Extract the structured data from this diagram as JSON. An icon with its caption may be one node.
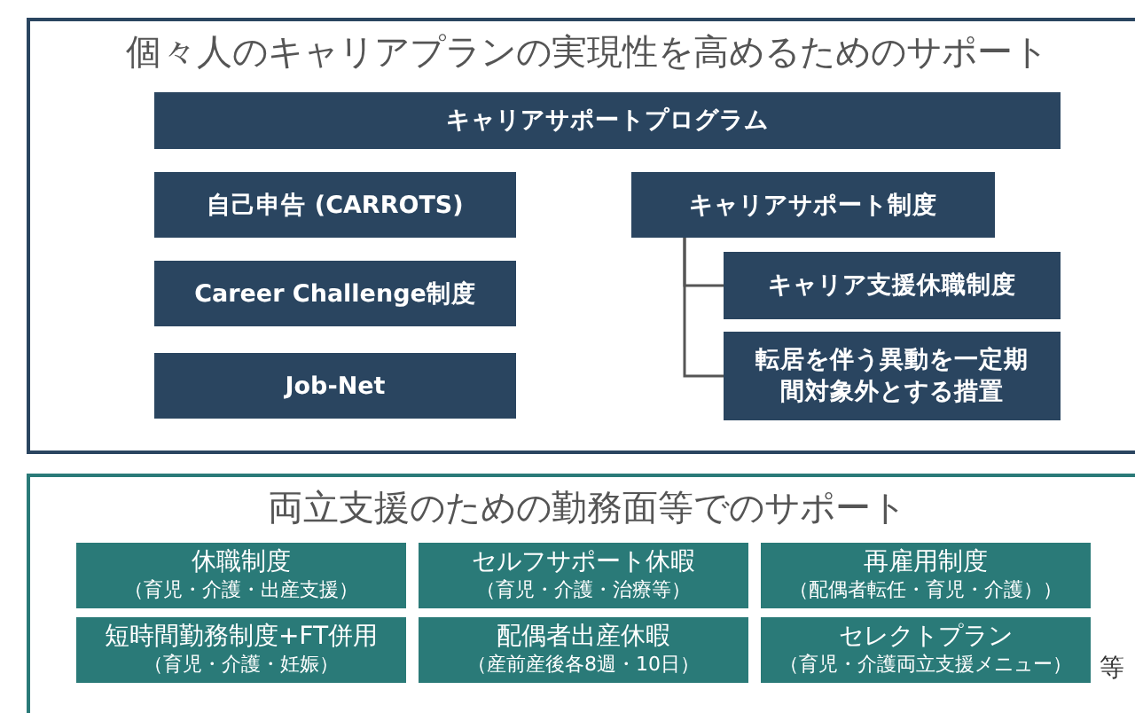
{
  "diagram": {
    "nodes": [
      {
        "text": [
          "個々人のキャリアプランの実現性を高めるためのサポート"
        ]
      },
      {
        "text": [
          "キャリアサポートプログラム"
        ],
        "in": 0
      },
      {
        "text": [
          "自己申告 (CARROTS)"
        ],
        "in": 0
      },
      {
        "text": [
          "Career Challenge制度"
        ],
        "in": 0
      },
      {
        "text": [
          "Job-Net"
        ],
        "in": 0
      },
      {
        "text": [
          "キャリアサポート制度"
        ],
        "in": 0
      },
      {
        "text": [
          "キャリア支援休職制度"
        ],
        "in": 0
      },
      {
        "text": [
          "転居を伴う異動を一定期間対象外とする措置"
        ],
        "in": 0
      },
      {
        "text": [
          "両立支援のための勤務面等でのサポート"
        ]
      },
      {
        "text": [
          "休職制度",
          "（育児・介護・出産支援）"
        ],
        "in": 8
      },
      {
        "text": [
          "セルフサポート休暇",
          "（育児・介護・治療等）"
        ],
        "in": 8
      },
      {
        "text": [
          "再雇用制度",
          "（配偶者転任・育児・介護））"
        ],
        "in": 8
      },
      {
        "text": [
          "短時間勤務制度+FT併用",
          "（育児・介護・妊娠）"
        ],
        "in": 8
      },
      {
        "text": [
          "配偶者出産休暇",
          "（産前産後各8週・10日）"
        ],
        "in": 8
      },
      {
        "text": [
          "セレクトプラン",
          "（育児・介護両立支援メニュー）"
        ],
        "in": 8
      }
    ],
    "edges": [
      {
        "from": 5,
        "to": 6,
        "arrow": "none"
      },
      {
        "from": 5,
        "to": 7,
        "arrow": "none"
      }
    ],
    "labels": [
      "等"
    ]
  }
}
